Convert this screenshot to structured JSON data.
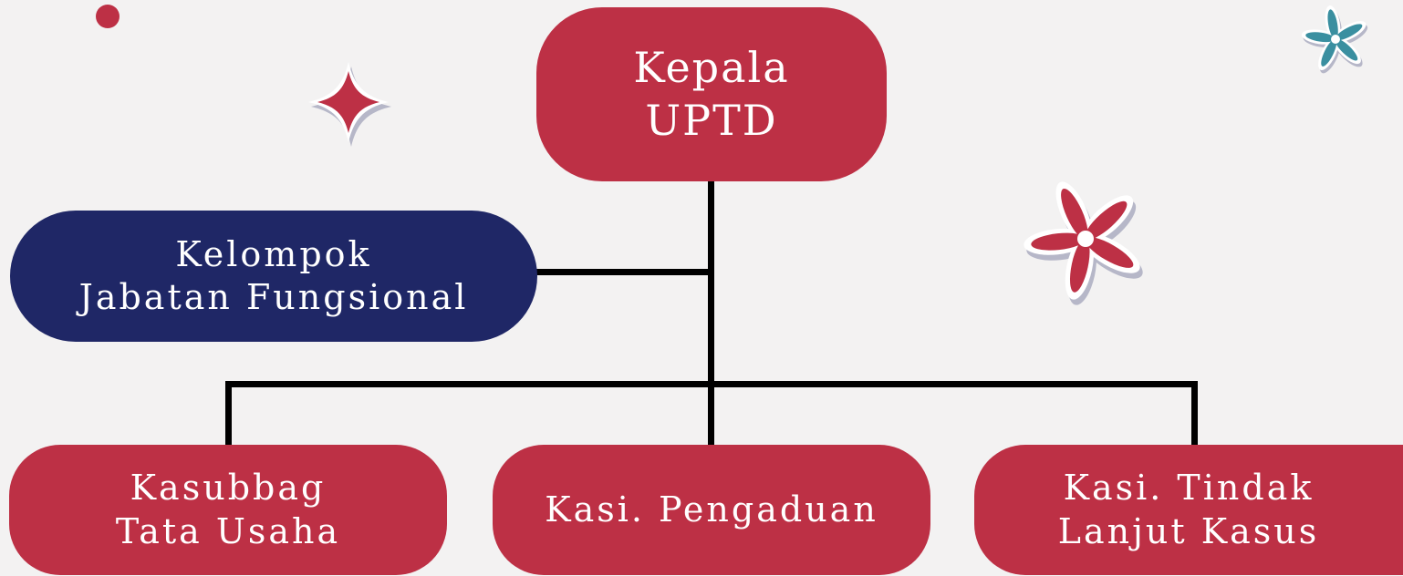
{
  "nodes": {
    "kepala": {
      "line1": "Kepala",
      "line2": "UPTD"
    },
    "kelompok": {
      "line1": "Kelompok",
      "line2": "Jabatan Fungsional"
    },
    "kasubbag": {
      "line1": "Kasubbag",
      "line2": "Tata Usaha"
    },
    "pengaduan": {
      "line1": "Kasi. Pengaduan"
    },
    "tindak_lanjut": {
      "line1": "Kasi. Tindak",
      "line2": "Lanjut Kasus"
    }
  },
  "colors": {
    "background": "#f3f2f2",
    "red": "#bd3045",
    "navy": "#1f2766",
    "teal": "#3a8fa0",
    "connector": "#000000",
    "text": "#ffffff"
  },
  "decorations": [
    "red-dot",
    "red-sparkle",
    "red-flower",
    "teal-flower"
  ]
}
